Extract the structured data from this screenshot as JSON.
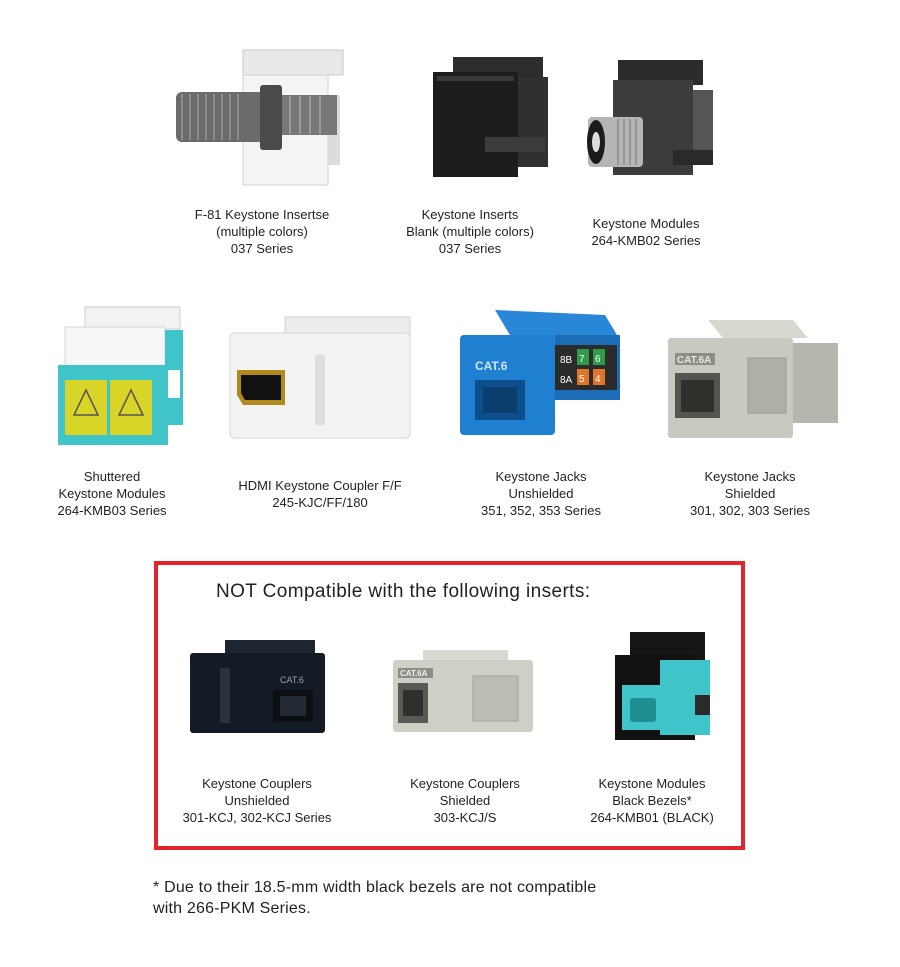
{
  "products": [
    {
      "id": "f81",
      "lines": [
        "F-81 Keystone Insertse",
        "(multiple colors)",
        "037 Series"
      ]
    },
    {
      "id": "blank",
      "lines": [
        "Keystone Inserts",
        "Blank (multiple colors)",
        "037 Series"
      ]
    },
    {
      "id": "kmb02",
      "lines": [
        "Keystone Modules",
        "264-KMB02 Series"
      ]
    },
    {
      "id": "kmb03",
      "lines": [
        "Shuttered",
        "Keystone Modules",
        "264-KMB03 Series"
      ]
    },
    {
      "id": "hdmi",
      "lines": [
        "HDMI Keystone Coupler F/F",
        "245-KJC/FF/180"
      ]
    },
    {
      "id": "unshielded-jack",
      "lines": [
        "Keystone Jacks",
        "Unshielded",
        "351, 352, 353 Series"
      ],
      "label": "CAT.6",
      "pins": [
        "8B",
        "8A",
        "7",
        "6",
        "5",
        "4"
      ]
    },
    {
      "id": "shielded-jack",
      "lines": [
        "Keystone Jacks",
        "Shielded",
        "301, 302, 303 Series"
      ],
      "label": "CAT.6A"
    }
  ],
  "not_compatible": {
    "heading": "NOT Compatible with the following inserts:",
    "items": [
      {
        "id": "unshielded-coupler",
        "lines": [
          "Keystone Couplers",
          "Unshielded",
          "301-KCJ, 302-KCJ Series"
        ],
        "label": "CAT.6"
      },
      {
        "id": "shielded-coupler",
        "lines": [
          "Keystone Couplers",
          "Shielded",
          "303-KCJ/S"
        ],
        "label": "CAT.6A"
      },
      {
        "id": "kmb01",
        "lines": [
          "Keystone Modules",
          "Black Bezels*",
          "264-KMB01 (BLACK)"
        ]
      }
    ]
  },
  "footnote": {
    "lines": [
      "* Due to their 18.5-mm width black bezels are not compatible",
      "with 266-PKM Series."
    ]
  },
  "colors": {
    "border": "#e0262c",
    "jack_blue": "#1f7fd0",
    "teal": "#3fc4c9",
    "shutter_yellow": "#d8d428"
  }
}
